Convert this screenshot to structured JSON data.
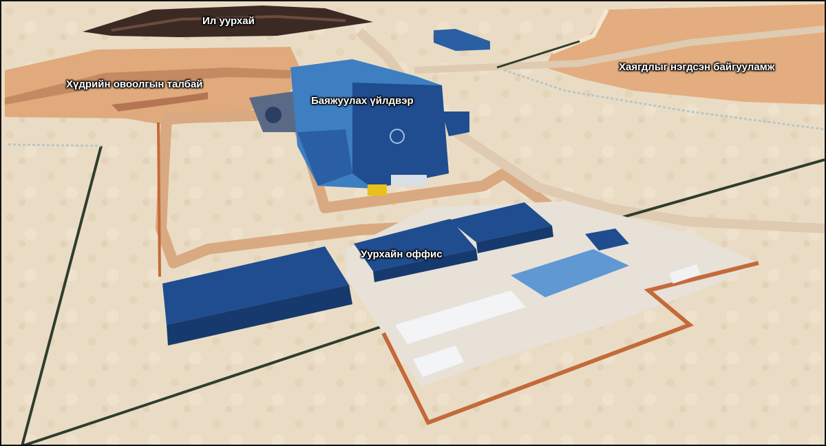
{
  "scene": {
    "labels": {
      "open_pit": "Ил уурхай",
      "waste_dump": "Хүдрийн овоолгын талбай",
      "tailings": "Хаягдлыг нэгдсэн байгууламж",
      "plant": "Баяжуулах үйлдвэр",
      "office": "Уурхайн оффис"
    }
  },
  "colors": {
    "desert": "#eadcc4",
    "road": "#d9a982",
    "road_edge": "#c46a3a",
    "building_dark": "#1f4d8f",
    "building_light": "#3d7fc1",
    "tailings": "#e3ad7f",
    "fence": "#2f3d2e"
  }
}
